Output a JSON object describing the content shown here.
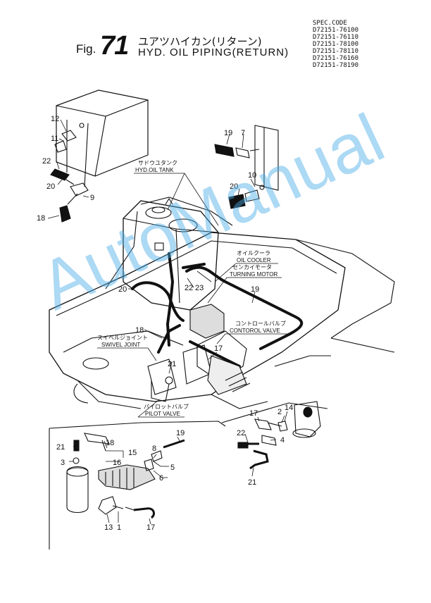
{
  "header": {
    "fig_label": "Fig.",
    "fig_number": "71",
    "title_jp": "ユアツハイカン(リターン)",
    "title_en": "HYD. OIL PIPING(RETURN)",
    "spec_title": "SPEC.CODE",
    "spec_codes": [
      "D72151-76100",
      "D72151-76110",
      "D72151-78100",
      "D72151-78110",
      "D72151-76160",
      "D72151-78190"
    ]
  },
  "callouts": {
    "tank_jp": "サドウユタンク",
    "tank_en": "HYD.OIL TANK",
    "cooler_jp": "オイルクーラ",
    "cooler_en": "OIL COOLER",
    "motor_jp": "センカイモータ",
    "motor_en": "TURNING MOTOR",
    "valve_jp": "コントロールバルブ",
    "valve_en": "CONTOROL VALVE",
    "swivel_jp": "スイベルジョイント",
    "swivel_en": "SWIVEL JOINT",
    "pilot_jp": "パイロットバルブ",
    "pilot_en": "PILOT VALVE"
  },
  "part_labels": {
    "p12": "12",
    "p11": "11",
    "p22a": "22",
    "p20a": "20",
    "p9": "9",
    "p18a": "18",
    "p19a": "19",
    "p7": "7",
    "p10": "10",
    "p20b": "20",
    "p20c": "20",
    "p22b": "22",
    "p23": "23",
    "p19b": "19",
    "p18b": "18",
    "p17a": "17",
    "p21a": "21",
    "p18c": "18",
    "p19c": "19",
    "p21b": "21",
    "p15": "15",
    "p8": "8",
    "p16": "16",
    "p3": "3",
    "p5": "5",
    "p6": "6",
    "p13": "13",
    "p1": "1",
    "p17b": "17",
    "p17c": "17",
    "p2": "2",
    "p14": "14",
    "p22c": "22",
    "p4": "4",
    "p21c": "21"
  },
  "watermark": "AutoManual"
}
